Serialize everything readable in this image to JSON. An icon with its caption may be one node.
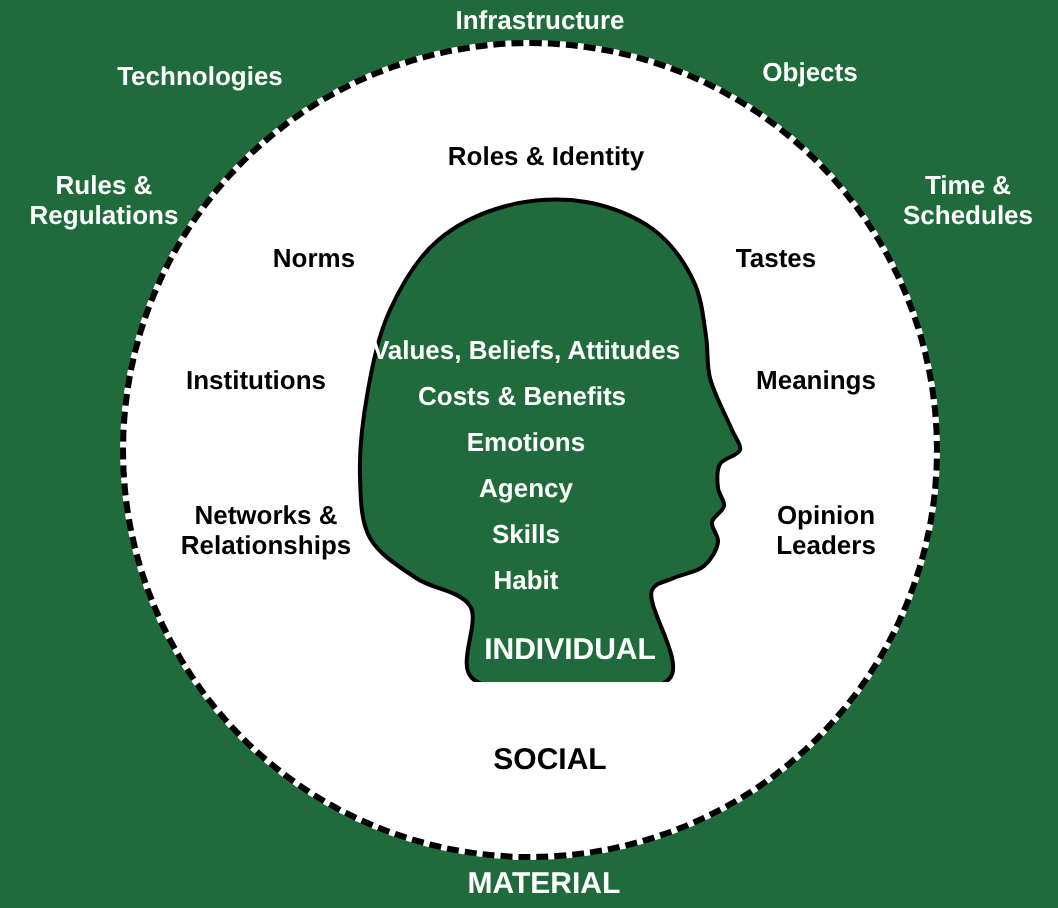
{
  "diagram": {
    "nodes": [
      {
        "text": [
          "MATERIAL"
        ]
      },
      {
        "text": [
          "Roles & Identity",
          "Norms",
          "Tastes",
          "Institutions",
          "Meanings",
          "Networks & Relationships",
          "Opinion Leaders",
          "SOCIAL"
        ],
        "in": 0
      },
      {
        "text": [
          "Values, Beliefs, Attitudes",
          "Costs & Benefits",
          "Emotions",
          "Agency",
          "Skills",
          "Habit",
          "INDIVIDUAL"
        ],
        "in": 1
      }
    ],
    "labels": [
      "Infrastructure",
      "Technologies",
      "Objects",
      "Rules & Regulations",
      "Time & Schedules"
    ]
  }
}
